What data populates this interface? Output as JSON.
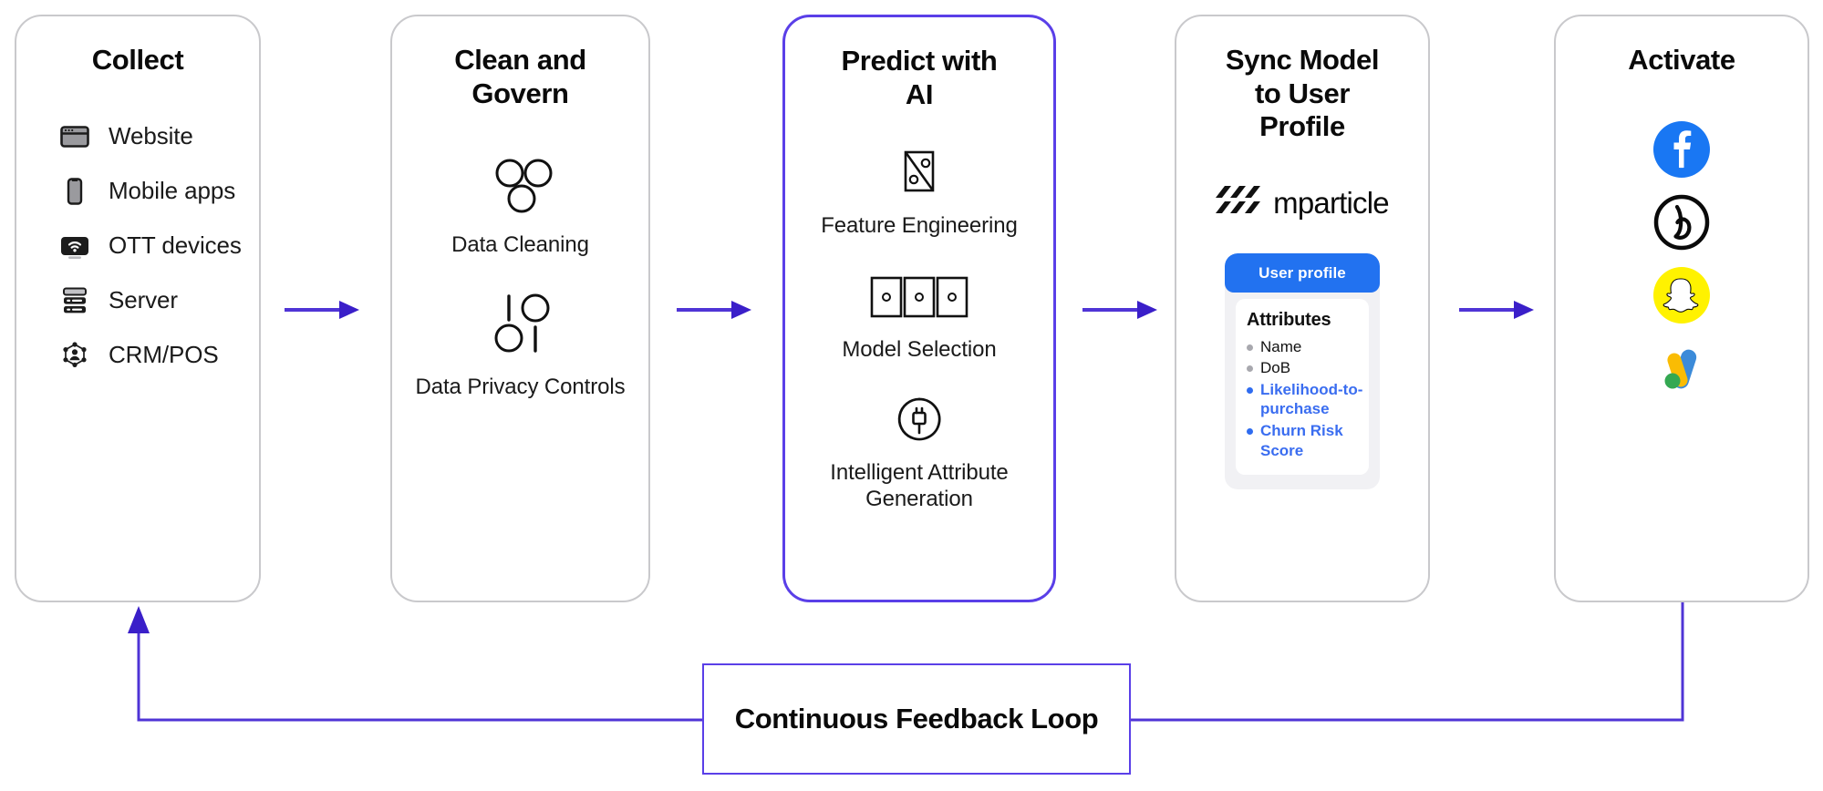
{
  "theme": {
    "accent_purple": "#5a3fe8",
    "panel_border": "#c9c9cc",
    "profile_blue": "#2272f0",
    "highlight_blue": "#3a6df0",
    "background": "#ffffff"
  },
  "stages": {
    "collect": {
      "title": "Collect",
      "sources": [
        {
          "label": "Website",
          "icon": "browser-window-icon"
        },
        {
          "label": "Mobile apps",
          "icon": "smartphone-icon"
        },
        {
          "label": "OTT devices",
          "icon": "tv-wifi-icon"
        },
        {
          "label": "Server",
          "icon": "server-rack-icon"
        },
        {
          "label": "CRM/POS",
          "icon": "network-user-icon"
        }
      ]
    },
    "clean": {
      "title": "Clean and Govern",
      "features": [
        {
          "caption": "Data Cleaning",
          "icon": "three-circles-icon"
        },
        {
          "caption": "Data Privacy Controls",
          "icon": "circles-bars-icon"
        }
      ]
    },
    "predict": {
      "title": "Predict with AI",
      "features": [
        {
          "caption": "Feature Engineering",
          "icon": "split-square-icon"
        },
        {
          "caption": "Model Selection",
          "icon": "three-cards-icon"
        },
        {
          "caption": "Intelligent Attribute Generation",
          "icon": "plug-circle-icon"
        }
      ]
    },
    "sync": {
      "title": "Sync Model to User Profile",
      "logo": {
        "name": "mparticle-logo",
        "wordmark": "mparticle"
      },
      "profile_card": {
        "header": "User  profile",
        "section_title": "Attributes",
        "attributes": [
          {
            "label": "Name",
            "highlight": false
          },
          {
            "label": "DoB",
            "highlight": false
          },
          {
            "label": "Likelihood-to-purchase",
            "highlight": true
          },
          {
            "label": "Churn Risk Score",
            "highlight": true
          }
        ]
      }
    },
    "activate": {
      "title": "Activate",
      "destinations": [
        {
          "name": "facebook-icon",
          "brand": "Facebook"
        },
        {
          "name": "braze-icon",
          "brand": "Braze"
        },
        {
          "name": "snapchat-icon",
          "brand": "Snapchat"
        },
        {
          "name": "google-ads-icon",
          "brand": "Google Ads"
        }
      ]
    }
  },
  "feedback_loop": {
    "label": "Continuous Feedback Loop"
  },
  "flow_arrows": [
    {
      "name": "arrow-collect-to-clean"
    },
    {
      "name": "arrow-clean-to-predict"
    },
    {
      "name": "arrow-predict-to-sync"
    },
    {
      "name": "arrow-sync-to-activate"
    }
  ]
}
